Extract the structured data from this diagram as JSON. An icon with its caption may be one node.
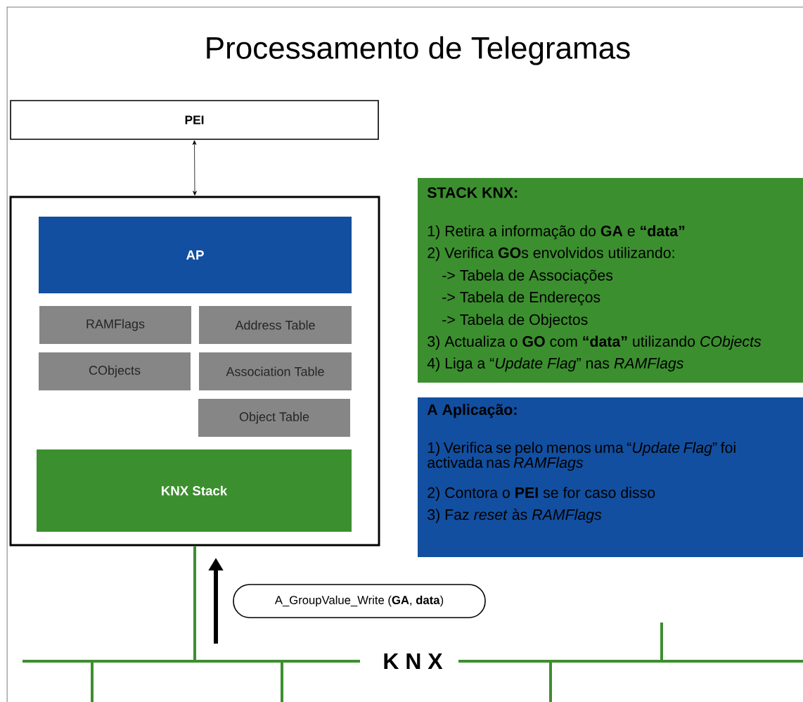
{
  "diagram": {
    "title": "Processamento de Telegramas",
    "nodes": [
      {
        "text": [
          "PEI"
        ]
      },
      {
        "text": [],
        "shape": "box"
      },
      {
        "text": [
          "AP"
        ],
        "in": 1
      },
      {
        "text": [
          "RAMFlags"
        ],
        "in": 1
      },
      {
        "text": [
          "Address Table"
        ],
        "in": 1
      },
      {
        "text": [
          "CObjects"
        ],
        "in": 1
      },
      {
        "text": [
          "Association Table"
        ],
        "in": 1
      },
      {
        "text": [
          "Object Table"
        ],
        "in": 1
      },
      {
        "text": [
          "KNX Stack"
        ],
        "in": 1
      },
      {
        "text": [
          "STACK KNX:",
          "1) Retira a informação do **GA** e **“data”**",
          "2) Verifica **GO**s envolvidos utilizando:",
          "-> Tabela de Associações",
          "-> Tabela de Endereços",
          "-> Tabela de Objectos",
          "3) Actualiza o **GO** com **“data”** utilizando *CObjects*",
          "4) Liga a “*Update Flag*” nas *RAMFlags*"
        ]
      },
      {
        "text": [
          "A Aplicação:",
          "1) Verifica se pelo menos uma “*Update Flag*” foi activada nas *RAMFlags*",
          "2) Contora o **PEI** se for caso disso",
          "3) Faz *reset* às *RAMFlags*"
        ]
      },
      {
        "text": [
          "A_GroupValue_Write (**GA**, **data**)"
        ]
      },
      {
        "text": [
          "K N X"
        ]
      }
    ],
    "edges": [
      {
        "from": 0,
        "to": 1,
        "arrow": "both"
      },
      {
        "from": 1,
        "to": 12,
        "arrow": "none",
        "color": "#3c8f2f",
        "style": "thick"
      }
    ]
  }
}
